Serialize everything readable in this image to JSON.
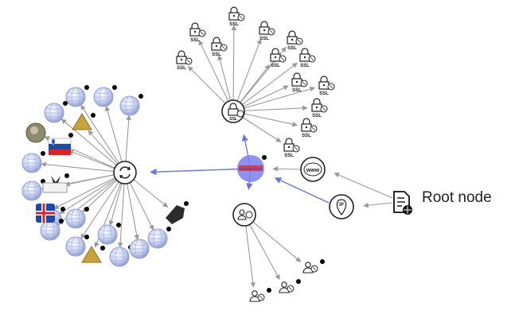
{
  "graph": {
    "root_label": "Root node",
    "icon_text": {
      "ssl": "SSL",
      "www": "www",
      "ip": "IP"
    },
    "colors": {
      "edge": "#9a9a9a",
      "highlight_edge": "#6f73e0",
      "globe_fill": "#c9d3f2",
      "globe_stroke": "#8f9ccf",
      "hub_fill": "#7b7ef0",
      "hub_bar": "#c43a4c",
      "flag_red": "#d8232a",
      "flag_blue": "#1c4aa8",
      "flag_white": "#ffffff",
      "gold": "#c8a23b",
      "dark_tag": "#2b2b2b"
    },
    "node_types": [
      "root-document",
      "ip-node",
      "www-node",
      "hub-node",
      "sync-node",
      "person-cluster-node",
      "ssl-lock",
      "globe",
      "flag",
      "tag",
      "user-lock"
    ]
  }
}
